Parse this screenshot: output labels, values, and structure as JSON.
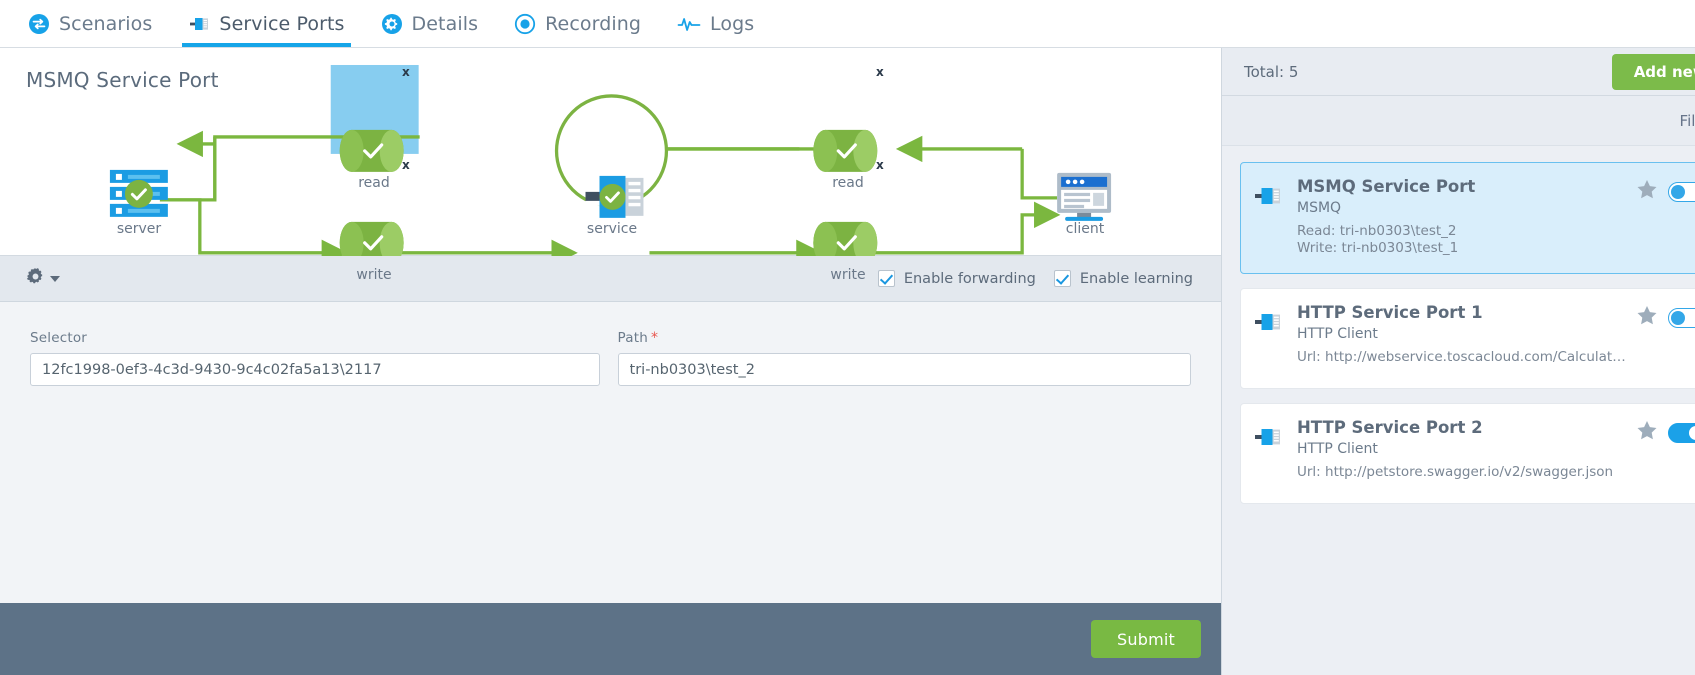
{
  "tabs": [
    {
      "label": "Scenarios",
      "icon": "scenarios-icon",
      "active": false
    },
    {
      "label": "Service Ports",
      "icon": "service-ports-icon",
      "active": true
    },
    {
      "label": "Details",
      "icon": "details-gear-icon",
      "active": false
    },
    {
      "label": "Recording",
      "icon": "recording-icon",
      "active": false
    },
    {
      "label": "Logs",
      "icon": "logs-pulse-icon",
      "active": false
    }
  ],
  "diagram": {
    "title": "MSMQ Service Port",
    "nodes": {
      "server": "server",
      "client": "client",
      "service": "service",
      "left_read": "read",
      "left_write": "write",
      "right_read": "read",
      "right_write": "write"
    },
    "close_marks": {
      "left_read": "x",
      "left_write": "x",
      "right_read": "x",
      "right_write": "x"
    },
    "selected_node": "left_read",
    "colors": {
      "flow": "#7bb73f",
      "device": "#1b9ce3",
      "check": "#7cb342",
      "selection": "#87cdf0"
    }
  },
  "options": {
    "gear_icon": "gear-icon",
    "enable_forwarding": {
      "label": "Enable forwarding",
      "checked": true
    },
    "enable_learning": {
      "label": "Enable learning",
      "checked": true
    }
  },
  "form": {
    "selector": {
      "label": "Selector",
      "required": false,
      "value": "12fc1998-0ef3-4c3d-9430-9c4c02fa5a13\\2117",
      "placeholder": ""
    },
    "path": {
      "label": "Path",
      "required": true,
      "required_mark": "*",
      "value": "tri-nb0303\\test_2",
      "placeholder": ""
    }
  },
  "footer": {
    "submit_label": "Submit",
    "bar_color": "#5d7287",
    "submit_color": "#79b943"
  },
  "sidebar": {
    "total_label": "Total: 5",
    "add_new_label": "Add new",
    "filter_label": "Filter",
    "cards": [
      {
        "title": "MSMQ Service Port",
        "subtitle": "MSMQ",
        "detail_line_1": "Read: tri-nb0303\\test_2",
        "detail_line_2": "Write: tri-nb0303\\test_1",
        "selected": true,
        "starred": false,
        "toggle_on": false
      },
      {
        "title": "HTTP Service Port 1",
        "subtitle": "HTTP Client",
        "detail_line_1": "Url: http://webservice.toscacloud.com/Calculat…",
        "detail_line_2": "",
        "selected": false,
        "starred": false,
        "toggle_on": false
      },
      {
        "title": "HTTP Service Port 2",
        "subtitle": "HTTP Client",
        "detail_line_1": "Url: http://petstore.swagger.io/v2/swagger.json",
        "detail_line_2": "",
        "selected": false,
        "starred": false,
        "toggle_on": true
      }
    ]
  }
}
